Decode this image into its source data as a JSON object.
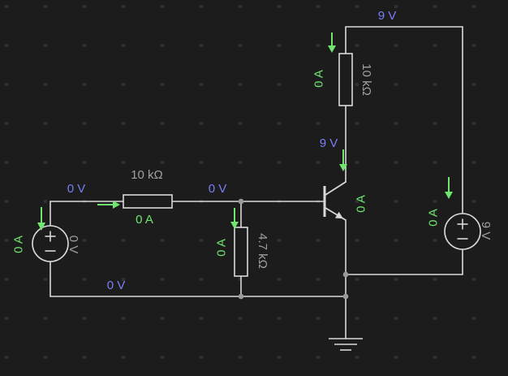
{
  "colors": {
    "background": "#1c1c1c",
    "grid_dot": "#313131",
    "wire": "#d9d9d9",
    "voltage_label": "#7b7ef8",
    "current_label": "#70e570",
    "value_label": "#a0a0a0"
  },
  "labels": {
    "top_net_voltage": "9 V",
    "collector_resistor_current": "0 A",
    "collector_resistor_value": "10 kΩ",
    "collector_voltage": "9 V",
    "emitter_current": "0 A",
    "input_wire_voltage": "0 V",
    "base_resistor_value": "10 kΩ",
    "base_resistor_current": "0 A",
    "base_node_voltage": "0 V",
    "bias_resistor_current": "0 A",
    "bias_resistor_value": "4.7 kΩ",
    "left_source_current": "0 A",
    "left_source_value": "0 V",
    "ground_net_voltage": "0 V",
    "right_source_current": "0 A",
    "right_source_value": "9 V"
  }
}
